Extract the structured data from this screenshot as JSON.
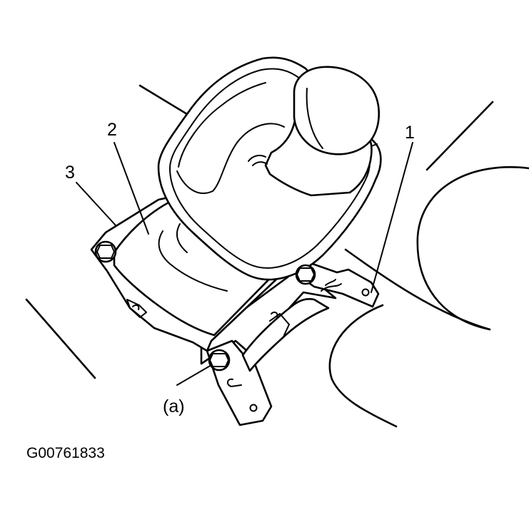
{
  "callouts": {
    "one": "1",
    "two": "2",
    "three": "3",
    "a": "(a)"
  },
  "figure_code": "G00761833"
}
